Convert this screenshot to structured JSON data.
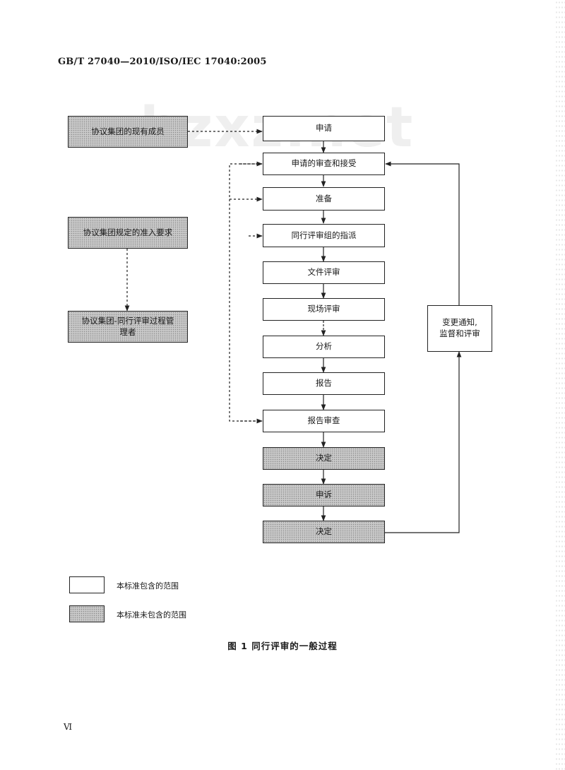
{
  "header": {
    "doc_id": "GB/T 27040—2010/ISO/IEC 17040:2005"
  },
  "watermark": {
    "text": "bzxz.net"
  },
  "flow": {
    "apply": "申请",
    "review_accept": "申请的审查和接受",
    "prepare": "准备",
    "team_assign": "同行评审组的指派",
    "doc_review": "文件评审",
    "site_review": "现场评审",
    "analysis": "分析",
    "report": "报告",
    "report_review": "报告审查",
    "decision": "决定",
    "appeal": "申诉",
    "decision_final": "决定",
    "change_line1": "变更通知,",
    "change_line2": "监督和评审"
  },
  "left": {
    "group_members": "协议集团的现有成员",
    "entry_requirements": "协议集团规定的准入要求",
    "mgmt_line1": "协议集团-同行评审过程管",
    "mgmt_line2": "理者"
  },
  "legend": {
    "covered": "本标准包含的范围",
    "not_covered": "本标准未包含的范围"
  },
  "caption": "图 1 同行评审的一般过程",
  "page_number": "Ⅵ",
  "colors": {
    "gray_fill": "#c9c9c9",
    "line": "#222222"
  }
}
